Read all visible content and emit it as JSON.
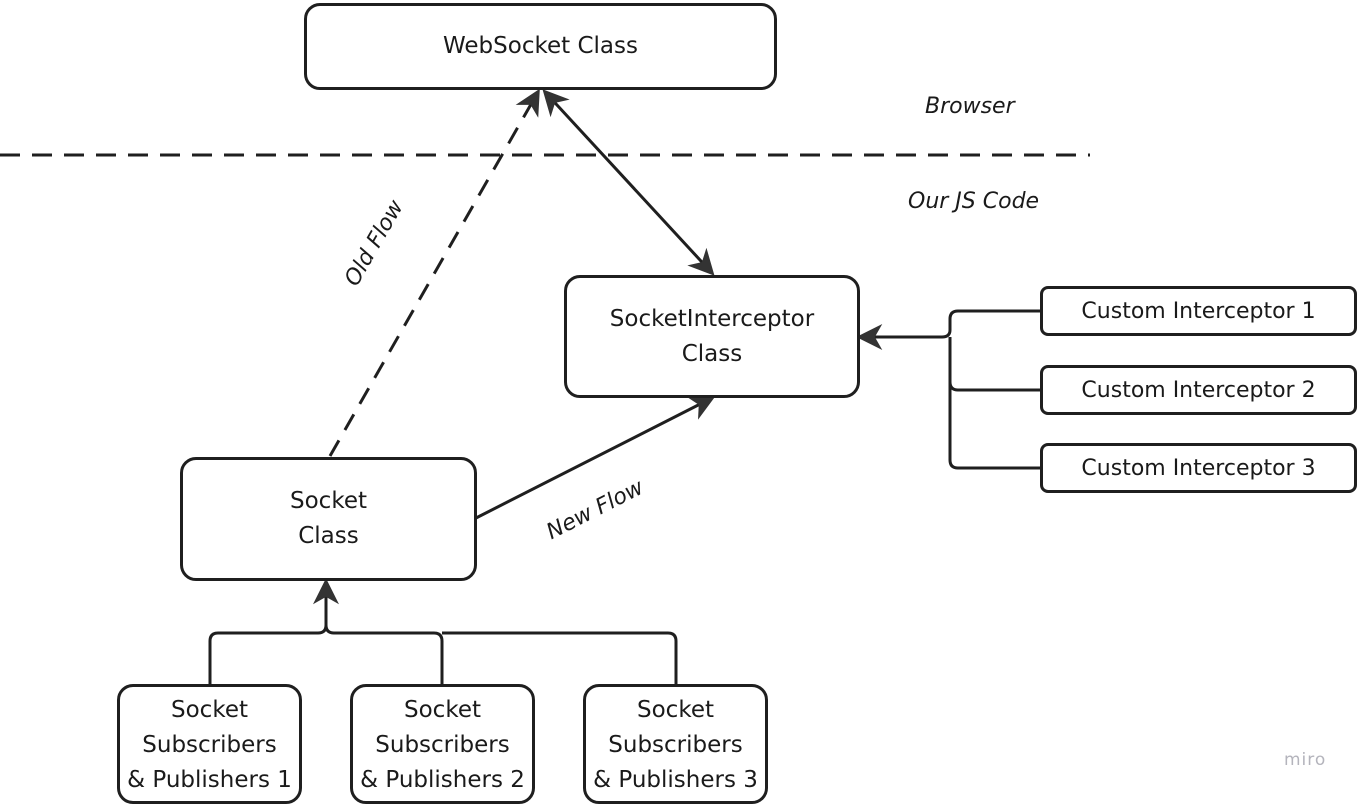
{
  "diagram": {
    "nodes": {
      "websocket": {
        "lines": [
          "WebSocket Class"
        ]
      },
      "interceptor": {
        "lines": [
          "SocketInterceptor",
          "Class"
        ]
      },
      "socket": {
        "lines": [
          "Socket",
          "Class"
        ]
      },
      "custom": [
        {
          "label": "Custom Interceptor 1"
        },
        {
          "label": "Custom Interceptor 2"
        },
        {
          "label": "Custom Interceptor 3"
        }
      ],
      "subscribers": [
        {
          "lines": [
            "Socket",
            "Subscribers",
            "& Publishers 1"
          ]
        },
        {
          "lines": [
            "Socket",
            "Subscribers",
            "& Publishers 2"
          ]
        },
        {
          "lines": [
            "Socket",
            "Subscribers",
            "& Publishers 3"
          ]
        }
      ]
    },
    "zones": {
      "browser": "Browser",
      "js_code": "Our JS Code"
    },
    "edges": {
      "old_flow": "Old Flow",
      "new_flow": "New Flow"
    },
    "watermark": "miro",
    "colors": {
      "stroke": "#1f1f1f",
      "watermark": "#b4b4bc"
    }
  }
}
